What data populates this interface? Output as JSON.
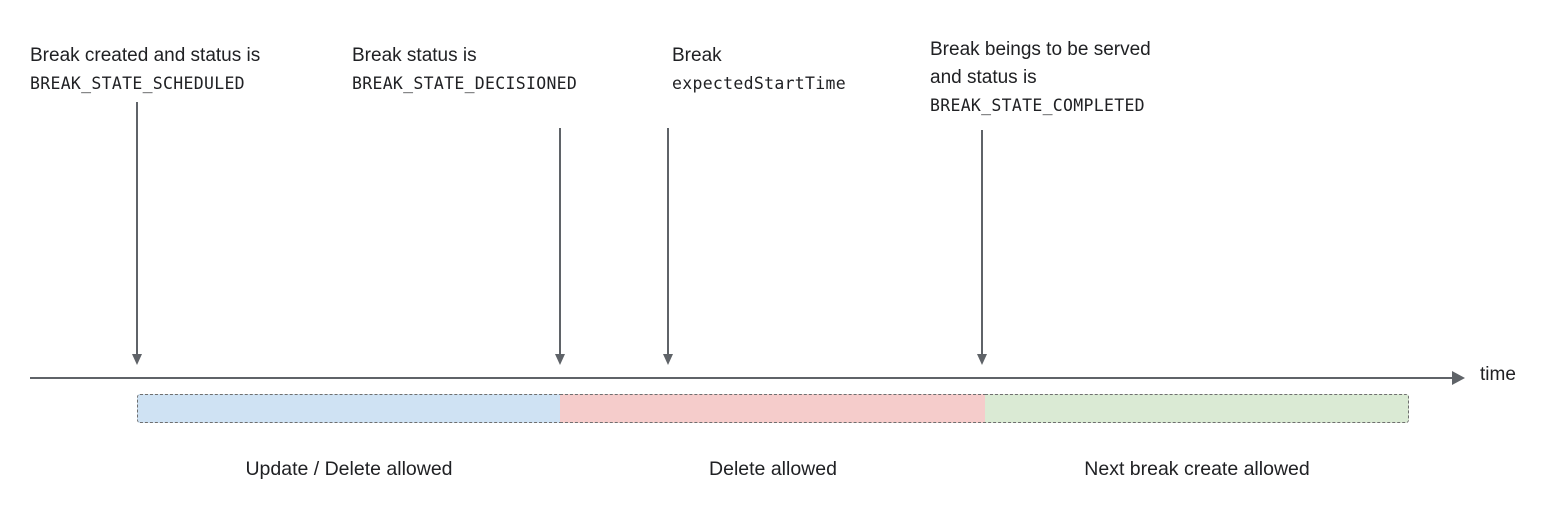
{
  "annotations": [
    {
      "text": "Break created and status is",
      "code": "BREAK_STATE_SCHEDULED"
    },
    {
      "text": "Break status is",
      "code": "BREAK_STATE_DECISIONED"
    },
    {
      "text": "Break",
      "code": "expectedStartTime"
    },
    {
      "text": "Break beings to be served",
      "text2": "and status is",
      "code": "BREAK_STATE_COMPLETED"
    }
  ],
  "timeline": {
    "axis_label": "time"
  },
  "segments": [
    {
      "label": "Update / Delete allowed",
      "color": "#cfe2f3"
    },
    {
      "label": "Delete allowed",
      "color": "#f5cccb"
    },
    {
      "label": "Next break create allowed",
      "color": "#daead4"
    }
  ],
  "colors": {
    "line": "#5f6368",
    "text": "#202124",
    "segment_border": "#6f6f6f"
  }
}
